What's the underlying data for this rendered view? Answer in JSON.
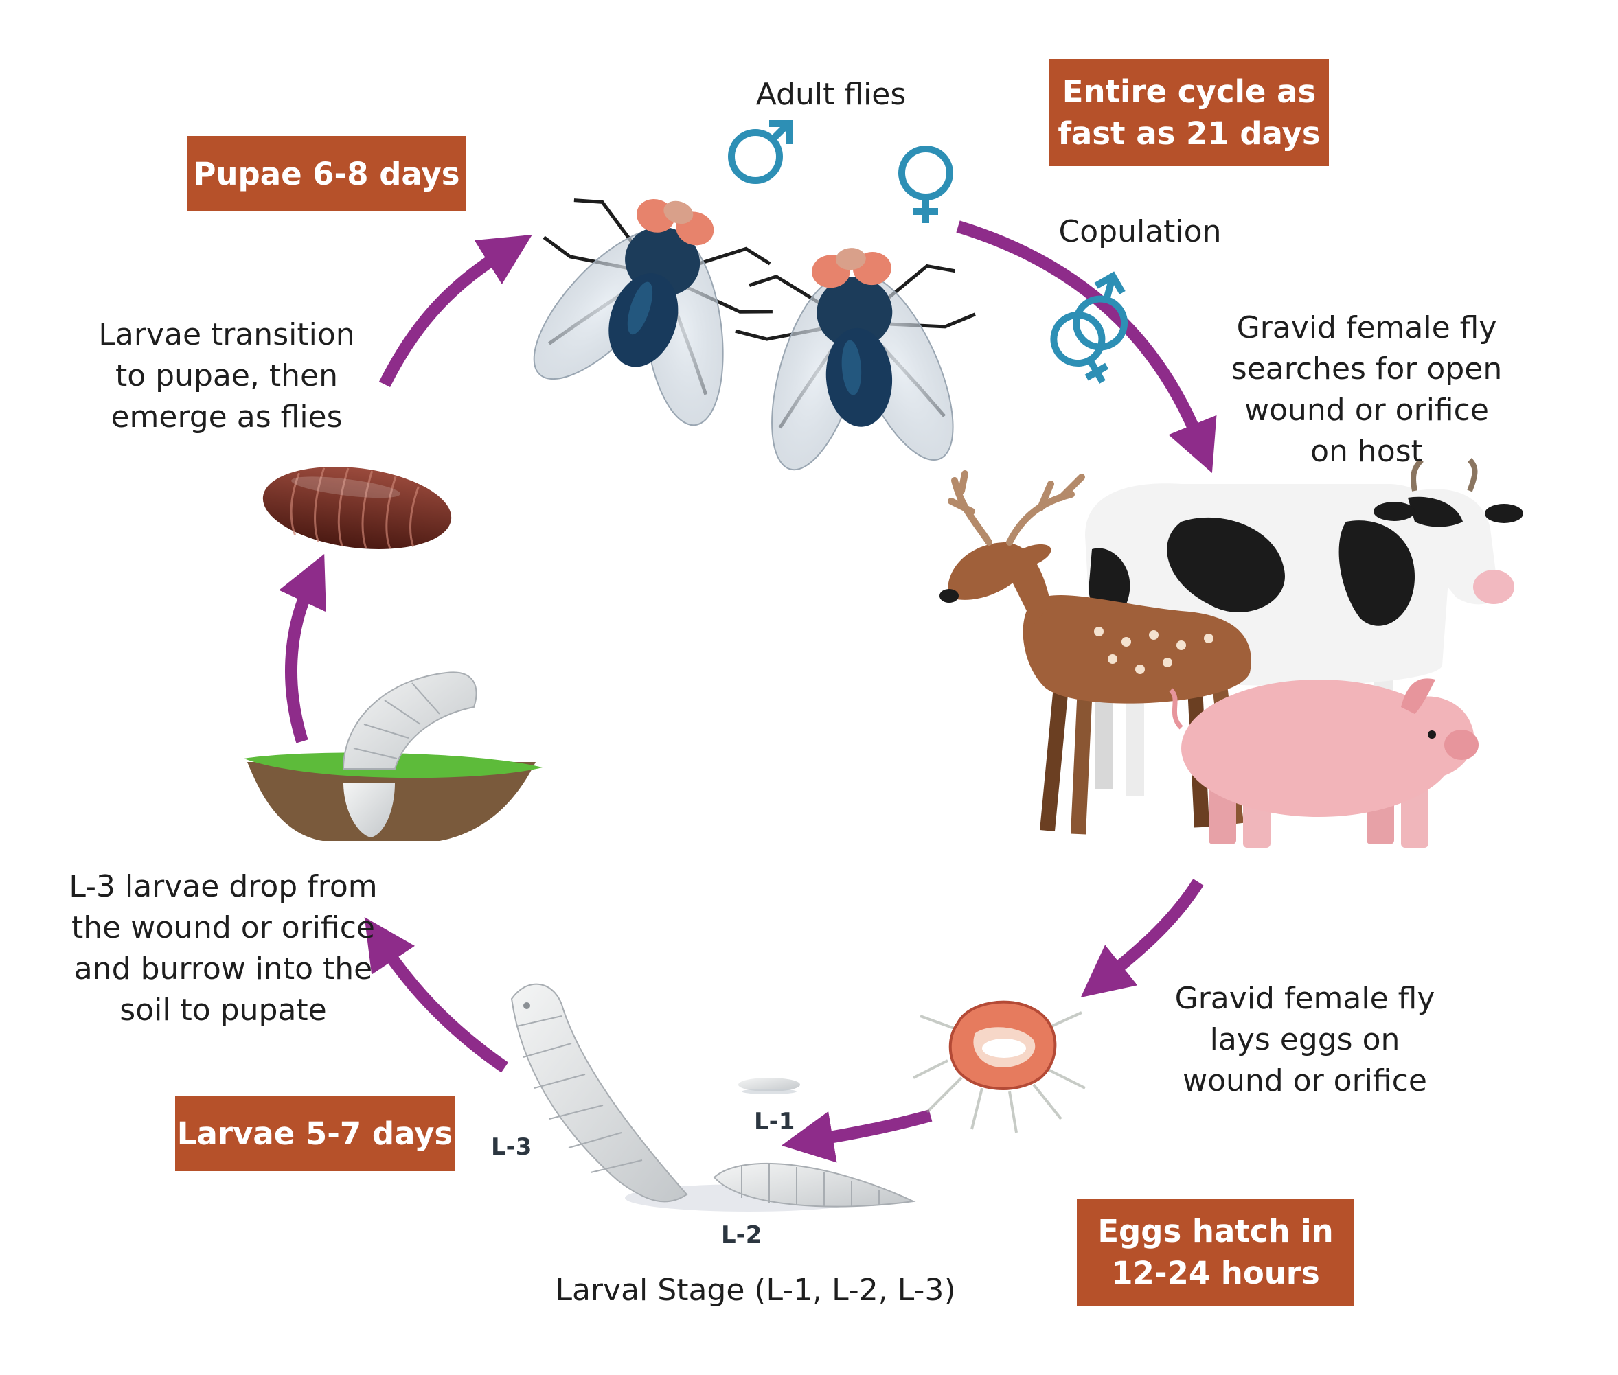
{
  "labels": {
    "adult_flies": "Adult flies",
    "copulation": "Copulation",
    "gravid_search": "Gravid female fly\nsearches for open\nwound or orifice\non host",
    "gravid_lays": "Gravid female fly\nlays eggs on\nwound or orifice",
    "larval_stage": "Larval Stage (L-1, L-2, L-3)",
    "larvae_drop": "L-3 larvae drop from\nthe wound or orifice\nand burrow into the\nsoil to pupate",
    "larvae_transition": "Larvae transition\nto pupae, then\nemerge as flies"
  },
  "boxes": {
    "pupae": "Pupae 6-8 days",
    "entire_cycle": "Entire cycle as\nfast as 21 days",
    "larvae": "Larvae 5-7 days",
    "eggs": "Eggs hatch in\n12-24 hours"
  },
  "stages": {
    "l1": "L-1",
    "l2": "L-2",
    "l3": "L-3"
  },
  "colors": {
    "arrow": "#8e2c8a",
    "box": "#b6512a",
    "sex_symbol": "#2d8fb5"
  },
  "icons": [
    "male-symbol-icon",
    "female-symbol-icon",
    "copulation-symbol-icon",
    "fly-icon",
    "cow-icon",
    "deer-icon",
    "pig-icon",
    "wound-icon",
    "larva-icon",
    "pupa-icon",
    "soil-icon"
  ]
}
